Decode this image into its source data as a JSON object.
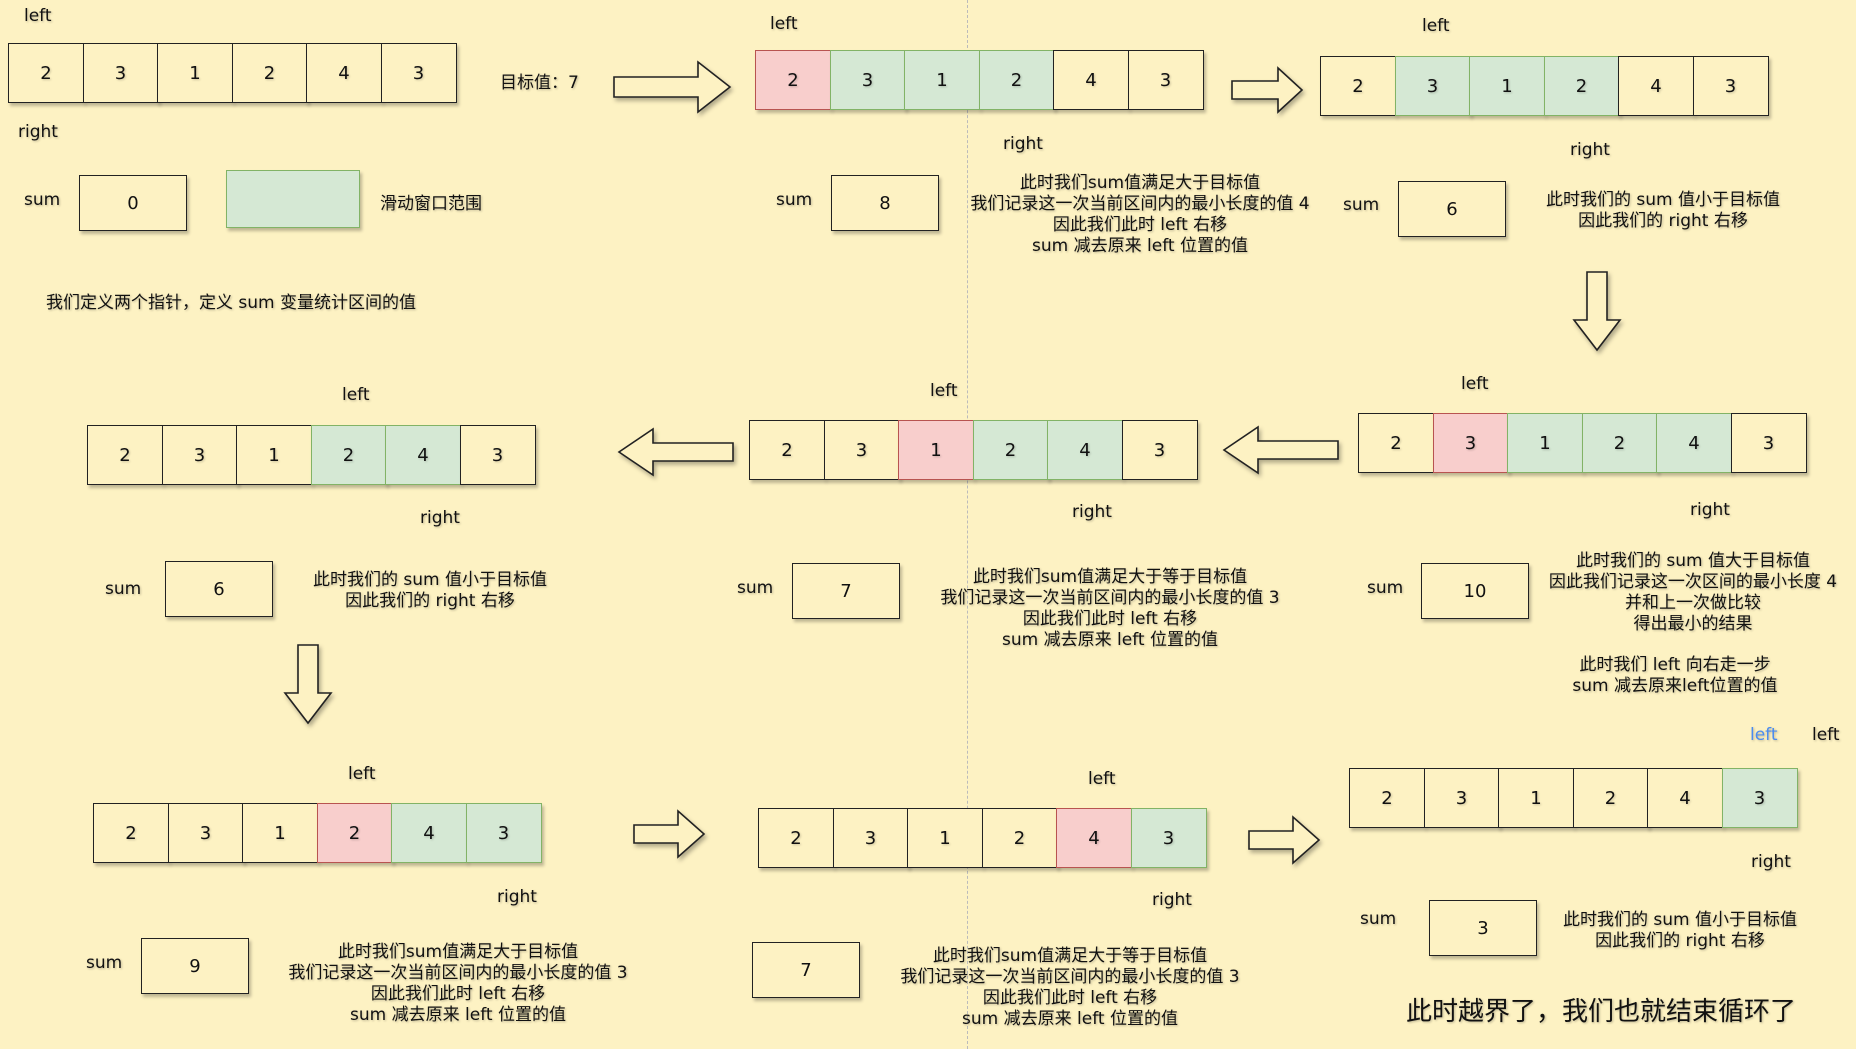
{
  "target_label": "目标值：7",
  "legend_label": "滑动窗口范围",
  "intro": "我们定义两个指针，定义 sum 变量统计区间的值",
  "ending": "此时越界了，我们也就结束循环了",
  "labels": {
    "left": "left",
    "right": "right",
    "sum": "sum"
  },
  "colors": {
    "window": "#d5e8d4",
    "window_border": "#82b366",
    "current": "#f8cecc",
    "current_border": "#b85450",
    "background": "#fdf2c3"
  },
  "steps": [
    {
      "cells": [
        "2",
        "3",
        "1",
        "2",
        "4",
        "3"
      ],
      "sum": "0"
    },
    {
      "cells": [
        "2",
        "3",
        "1",
        "2",
        "4",
        "3"
      ],
      "sum": "8",
      "note": [
        "此时我们sum值满足大于目标值",
        "我们记录这一次当前区间内的最小长度的值 4",
        "因此我们此时 left 右移",
        "sum 减去原来 left 位置的值"
      ]
    },
    {
      "cells": [
        "2",
        "3",
        "1",
        "2",
        "4",
        "3"
      ],
      "sum": "6",
      "note": [
        "此时我们的 sum 值小于目标值",
        "因此我们的 right 右移"
      ]
    },
    {
      "cells": [
        "2",
        "3",
        "1",
        "2",
        "4",
        "3"
      ],
      "sum": "10",
      "note": [
        "此时我们的 sum 值大于目标值",
        "因此我们记录这一次区间的最小长度 4",
        "并和上一次做比较",
        "得出最小的结果"
      ],
      "note2": [
        "此时我们 left 向右走一步",
        "sum 减去原来left位置的值"
      ]
    },
    {
      "cells": [
        "2",
        "3",
        "1",
        "2",
        "4",
        "3"
      ],
      "sum": "7",
      "note": [
        "此时我们sum值满足大于等于目标值",
        "我们记录这一次当前区间内的最小长度的值 3",
        "因此我们此时 left 右移",
        "sum 减去原来 left 位置的值"
      ]
    },
    {
      "cells": [
        "2",
        "3",
        "1",
        "2",
        "4",
        "3"
      ],
      "sum": "6",
      "note": [
        "此时我们的 sum 值小于目标值",
        "因此我们的 right 右移"
      ]
    },
    {
      "cells": [
        "2",
        "3",
        "1",
        "2",
        "4",
        "3"
      ],
      "sum": "9",
      "note": [
        "此时我们sum值满足大于目标值",
        "我们记录这一次当前区间内的最小长度的值 3",
        "因此我们此时 left 右移",
        "sum 减去原来 left 位置的值"
      ]
    },
    {
      "cells": [
        "2",
        "3",
        "1",
        "2",
        "4",
        "3"
      ],
      "sum": "7",
      "note": [
        "此时我们sum值满足大于等于目标值",
        "我们记录这一次当前区间内的最小长度的值 3",
        "因此我们此时 left 右移",
        "sum 减去原来 left 位置的值"
      ]
    },
    {
      "cells": [
        "2",
        "3",
        "1",
        "2",
        "4",
        "3"
      ],
      "sum": "3",
      "note": [
        "此时我们的 sum 值小于目标值",
        "因此我们的 right 右移"
      ]
    }
  ]
}
